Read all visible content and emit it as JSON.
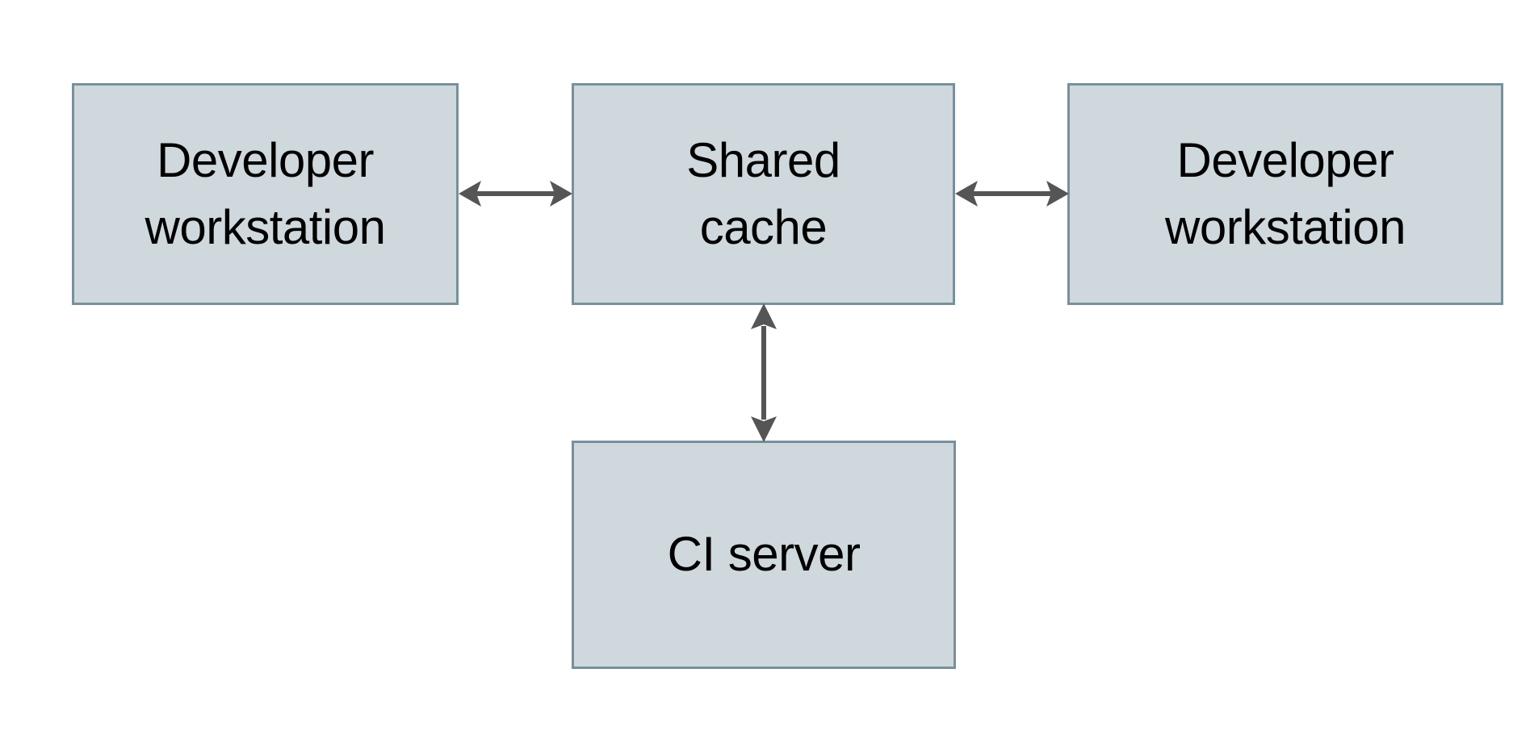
{
  "diagram": {
    "type": "block-diagram",
    "background_color": "#ffffff",
    "node_fill_color": "#cfd8dc",
    "node_border_color": "#78909c",
    "connector_color": "#555555",
    "text_color": "#000000",
    "nodes": [
      {
        "id": "dev-workstation-left",
        "label": "Developer\nworkstation",
        "line1": "Developer",
        "line2": "workstation"
      },
      {
        "id": "shared-cache",
        "label": "Shared\ncache",
        "line1": "Shared",
        "line2": "cache"
      },
      {
        "id": "dev-workstation-right",
        "label": "Developer\nworkstation",
        "line1": "Developer",
        "line2": "workstation"
      },
      {
        "id": "ci-server",
        "label": "CI server",
        "line1": "CI server",
        "line2": ""
      }
    ],
    "connectors": [
      {
        "id": "dev-left-to-shared-cache",
        "from": "dev-workstation-left",
        "to": "shared-cache",
        "style": "double-headed-arrow",
        "orientation": "horizontal"
      },
      {
        "id": "shared-cache-to-dev-right",
        "from": "shared-cache",
        "to": "dev-workstation-right",
        "style": "double-headed-arrow",
        "orientation": "horizontal"
      },
      {
        "id": "ci-server-to-shared-cache",
        "from": "ci-server",
        "to": "shared-cache",
        "style": "double-headed-arrow",
        "orientation": "vertical"
      }
    ]
  }
}
